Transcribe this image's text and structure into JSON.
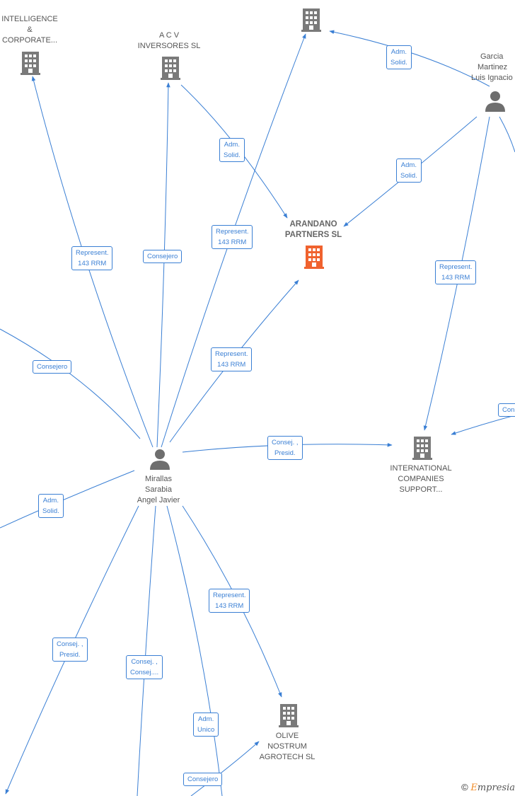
{
  "nodes": {
    "intelligence": {
      "lines": [
        "INTELLIGENCE",
        "&",
        "CORPORATE..."
      ]
    },
    "acv": {
      "lines": [
        "A C V",
        "INVERSORES SL"
      ]
    },
    "arandano": {
      "lines": [
        "ARANDANO",
        "PARTNERS  SL"
      ]
    },
    "garcia": {
      "lines": [
        "Garcia",
        "Martinez",
        "Luis Ignacio"
      ]
    },
    "international": {
      "lines": [
        "INTERNATIONAL",
        "COMPANIES",
        "SUPPORT..."
      ]
    },
    "mirallas": {
      "lines": [
        "Mirallas",
        "Sarabia",
        "Angel Javier"
      ]
    },
    "olive": {
      "lines": [
        "OLIVE",
        "NOSTRUM",
        "AGROTECH  SL"
      ]
    }
  },
  "relations": {
    "r_top_garcia": [
      "Adm.",
      "Solid."
    ],
    "r_acv_arandano": [
      "Adm.",
      "Solid."
    ],
    "r_garcia_arandano": [
      "Adm.",
      "Solid."
    ],
    "r_mir_top": [
      "Represent.",
      "143 RRM"
    ],
    "r_mir_intel": [
      "Represent.",
      "143 RRM"
    ],
    "r_mir_acv": [
      "Consejero"
    ],
    "r_garcia_intl": [
      "Represent.",
      "143 RRM"
    ],
    "r_mir_arandano": [
      "Represent.",
      "143 RRM"
    ],
    "r_left_consejero": [
      "Consejero"
    ],
    "r_right_intl": [
      "Con"
    ],
    "r_mir_intl": [
      "Consej. ,",
      "Presid."
    ],
    "r_mir_left_adm": [
      "Adm.",
      "Solid."
    ],
    "r_mir_olive": [
      "Represent.",
      "143 RRM"
    ],
    "r_mir_bl": [
      "Consej. ,",
      "Presid."
    ],
    "r_mir_bottom": [
      "Consej. ,",
      "Consej...."
    ],
    "r_adm_unico": [
      "Adm.",
      "Unico"
    ],
    "r_bottom_olive": [
      "Consejero"
    ]
  },
  "footer": {
    "copyright": "©",
    "brand_initial": "E",
    "brand_rest": "mpresia"
  },
  "colors": {
    "edge": "#3a7fd4",
    "building": "#7a7a7a",
    "focus_building": "#f0622e",
    "person": "#6e6e6e"
  }
}
